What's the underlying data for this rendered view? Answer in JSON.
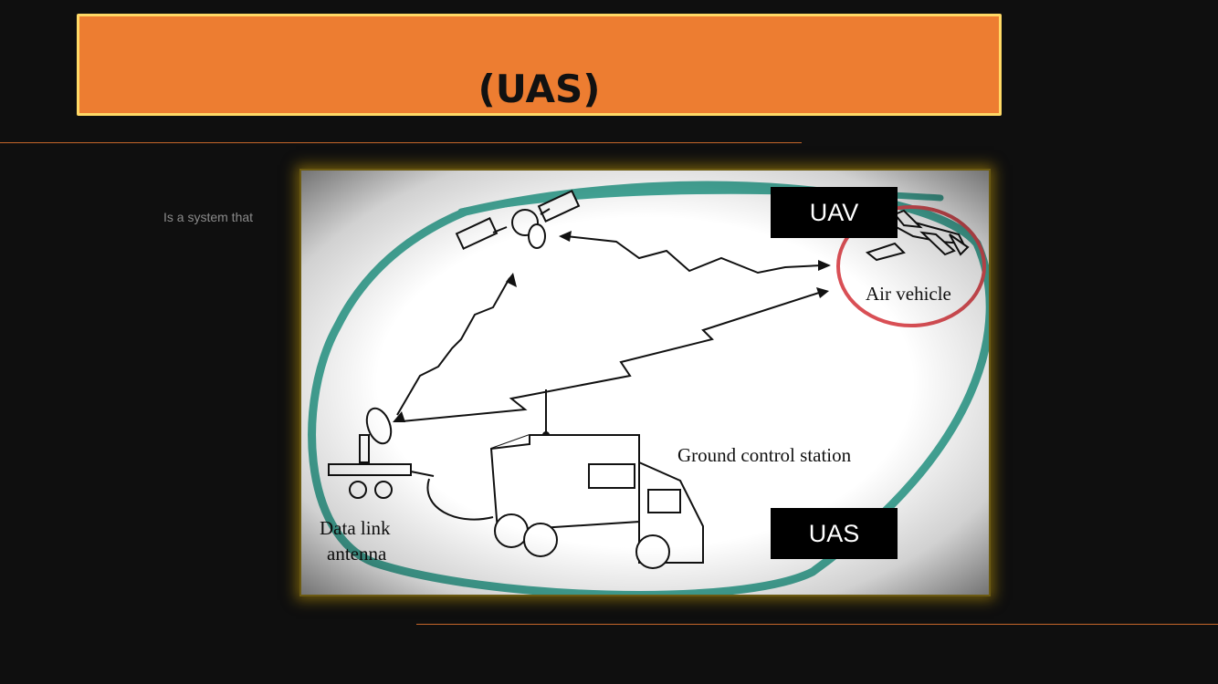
{
  "slide": {
    "title": "(UAS)",
    "body_text": "Is a system that"
  },
  "figure": {
    "labels": {
      "air_vehicle": "Air vehicle",
      "ground_station": "Ground control station",
      "antenna_line1": "Data link",
      "antenna_line2": "antenna"
    }
  },
  "tags": {
    "uav": "UAV",
    "uas": "UAS"
  },
  "colors": {
    "title_fill": "#ed7d31",
    "title_border": "#ffd966",
    "background": "#0f0f0f",
    "system_ring": "#45a99a",
    "uav_ring": "#d94f55"
  }
}
